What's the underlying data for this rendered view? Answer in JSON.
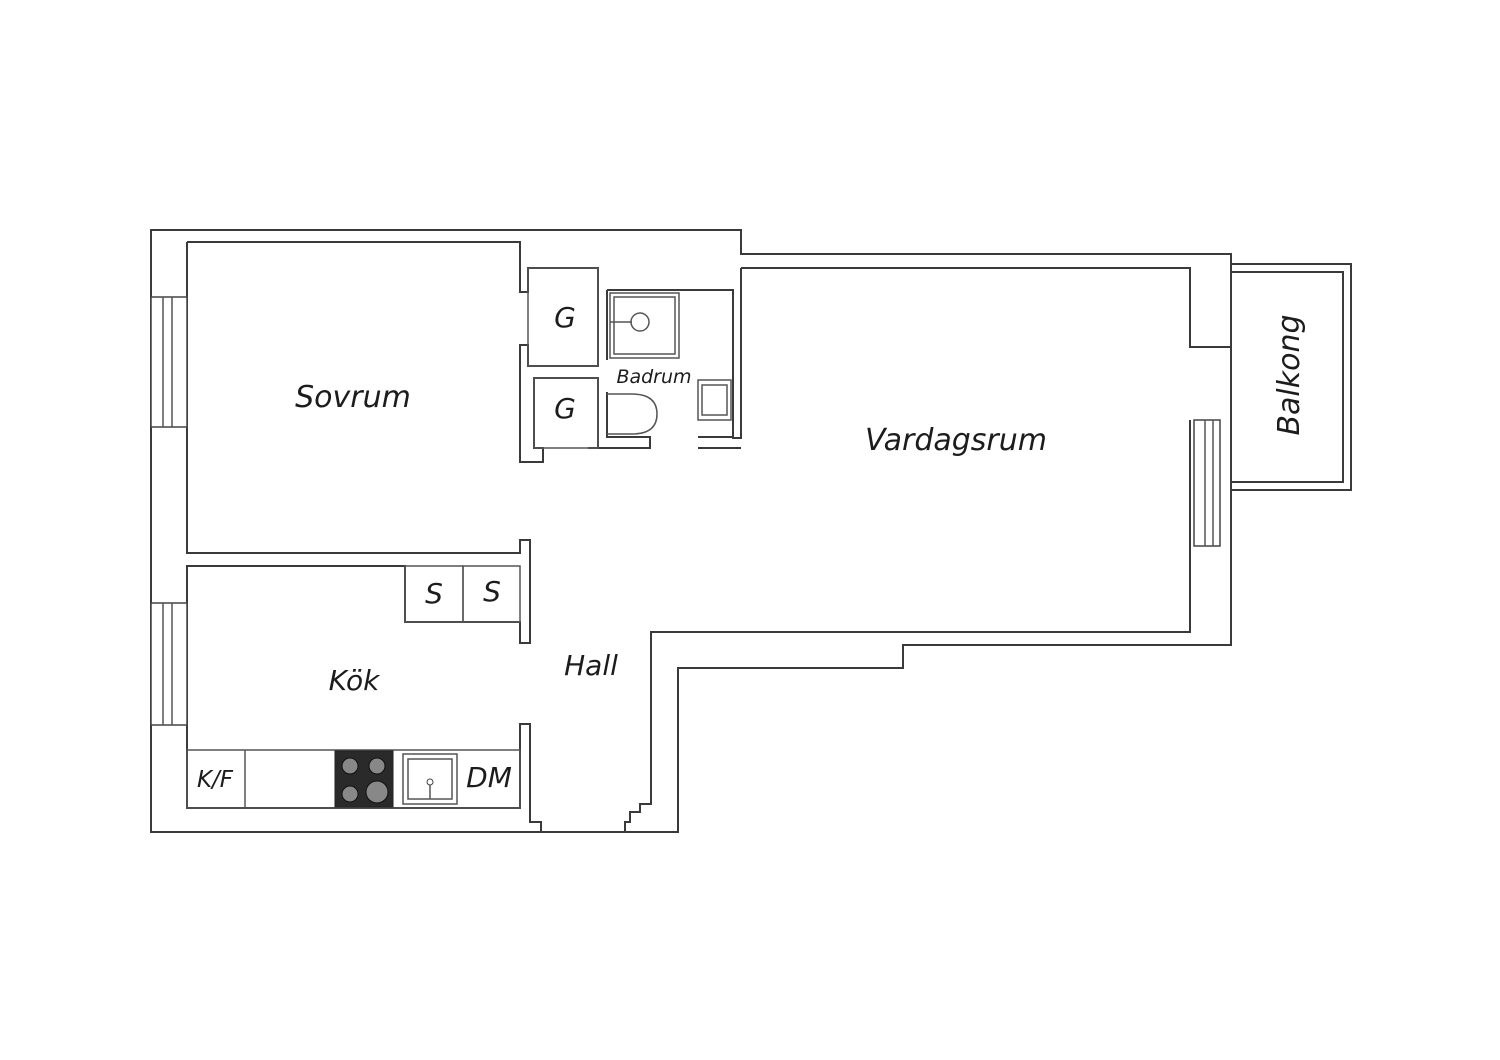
{
  "rooms": {
    "sovrum": "Sovrum",
    "vardagsrum": "Vardagsrum",
    "badrum": "Badrum",
    "balkong": "Balkong",
    "kok": "Kök",
    "hall": "Hall"
  },
  "fixtures": {
    "closet_top": "G",
    "closet_bottom": "G",
    "storage_left": "S",
    "storage_right": "S",
    "fridge_freezer": "K/F",
    "dishwasher": "DM"
  },
  "colors": {
    "wall": "#3a3a3a",
    "cooktop": "#2a2a2a",
    "background": "#ffffff"
  }
}
